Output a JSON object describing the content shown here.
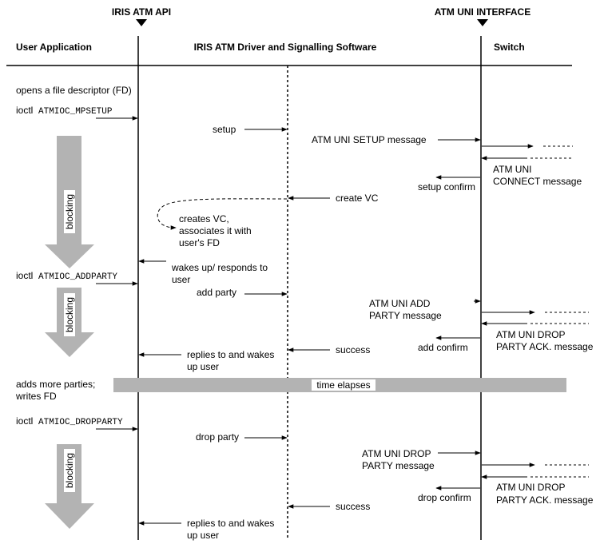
{
  "headers": {
    "iris_api": "IRIS ATM API",
    "uni_interface": "ATM UNI INTERFACE",
    "user_app": "User Application",
    "driver": "IRIS ATM Driver and Signalling Software",
    "switch": "Switch"
  },
  "user_column": {
    "opens_fd": "opens a file descriptor (FD)",
    "ioctl": "ioctl",
    "mpsetup": "ATMIOC_MPSETUP",
    "addparty": "ATMIOC_ADDPARTY",
    "dropparty": "ATMIOC_DROPPARTY",
    "adds_more_1": "adds more parties;",
    "adds_more_2": "writes FD",
    "blocking": "blocking"
  },
  "driver_column": {
    "setup": "setup",
    "create_vc": "create VC",
    "creates_vc_1": "creates VC,",
    "creates_vc_2": "associates it with",
    "creates_vc_3": "user's FD",
    "wakes_up_1": "wakes up/ responds to",
    "wakes_up_2": "user",
    "add_party": "add party",
    "success": "success",
    "replies_1": "replies to and wakes",
    "replies_2": "up user",
    "drop_party": "drop party"
  },
  "time_elapses": "time elapses",
  "switch_column": {
    "setup_msg": "ATM UNI SETUP message",
    "connect_1": "ATM UNI",
    "connect_2": "CONNECT message",
    "setup_confirm": "setup confirm",
    "add_msg_1": "ATM UNI ADD",
    "add_msg_2": "PARTY message",
    "drop_ack_1": "ATM UNI DROP",
    "drop_ack_2": "PARTY ACK. message",
    "add_confirm": "add confirm",
    "drop_msg_1": "ATM UNI DROP",
    "drop_msg_2": "PARTY message",
    "drop_confirm": "drop confirm"
  },
  "colors": {
    "blocking_arrow": "#b3b3b3",
    "time_bar": "#b3b3b3",
    "line": "#000000"
  }
}
